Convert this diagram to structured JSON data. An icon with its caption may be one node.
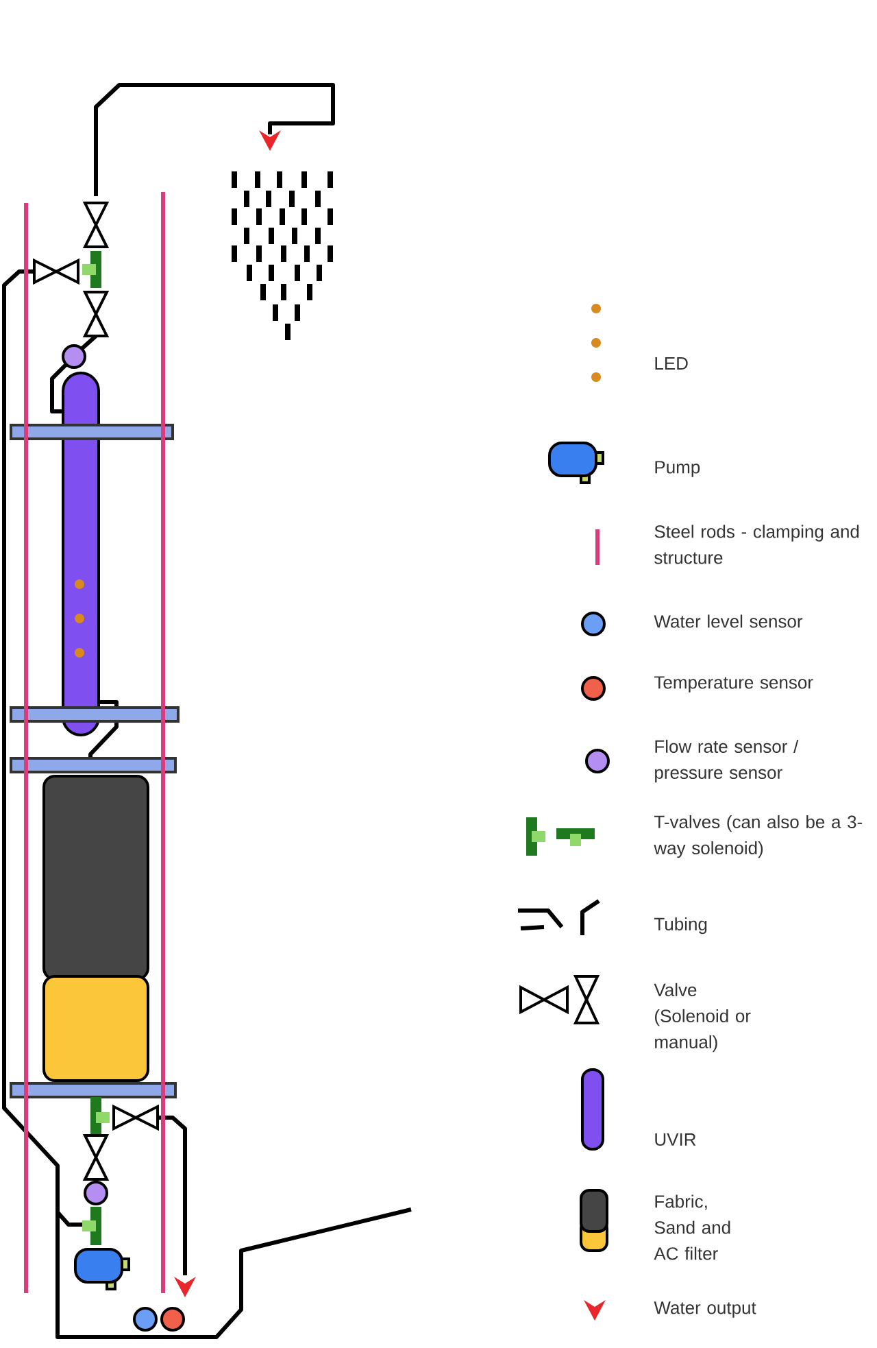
{
  "diagram": {
    "legend": [
      {
        "text": "LED"
      },
      {
        "text": "Pump"
      },
      {
        "text": "Steel rods - clamping and structure"
      },
      {
        "text": "Water level sensor"
      },
      {
        "text": "Temperature sensor"
      },
      {
        "text": "Flow rate sensor / pressure sensor"
      },
      {
        "text": "T-valves (can also be a 3-way solenoid)"
      },
      {
        "text": "Tubing"
      },
      {
        "text": "Valve (Solenoid or manual)"
      },
      {
        "text": "UVIR"
      },
      {
        "text": "Fabric, Sand and AC filter"
      },
      {
        "text": "Water output"
      }
    ]
  }
}
